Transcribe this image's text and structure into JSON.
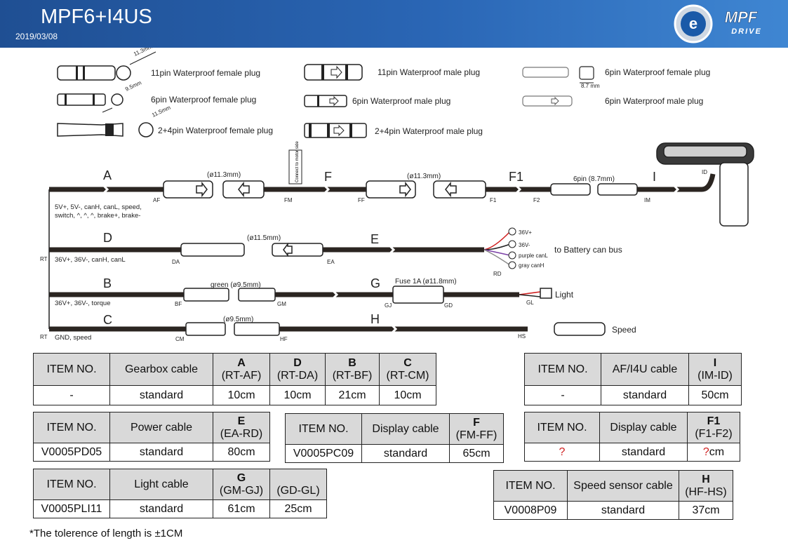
{
  "header": {
    "title": "MPF6+I4US",
    "date": "2019/03/08",
    "logo_text": "MPF DRIVE"
  },
  "legend": [
    {
      "label": "11pin Waterproof female plug",
      "dim": "11.3mm"
    },
    {
      "label": "11pin Waterproof male plug"
    },
    {
      "label": "6pin Waterproof female plug",
      "dim": "8.7 mm"
    },
    {
      "label": "6pin Waterproof female plug",
      "dim": "9.5mm"
    },
    {
      "label": "6pin Waterproof male plug"
    },
    {
      "label": "6pin Waterproof male plug"
    },
    {
      "label": "2+4pin Waterproof female plug",
      "dim": "11.5mm"
    },
    {
      "label": "2+4pin Waterproof male plug"
    }
  ],
  "wiring": {
    "cable_letters": {
      "A": "A",
      "F": "F",
      "F1": "F1",
      "I": "I",
      "D": "D",
      "E": "E",
      "B": "B",
      "G": "G",
      "C": "C",
      "H": "H"
    },
    "sizes": {
      "af_fm": "(ø11.3mm)",
      "ff_f1": "(ø11.3mm)",
      "f2_im": "6pin (8.7mm)",
      "da_ea": "(ø11.5mm)",
      "bf_gm": "green (ø9.5mm)",
      "fuse": "Fuse 1A (ø11.8mm)",
      "cm_hf": "(ø9.5mm)"
    },
    "points": {
      "AF": "AF",
      "FM": "FM",
      "FF": "FF",
      "F1": "F1",
      "F2": "F2",
      "IM": "IM",
      "ID": "ID",
      "RT1": "RT",
      "DA": "DA",
      "EA": "EA",
      "RD": "RD",
      "BF": "BF",
      "GM": "GM",
      "GJ": "GJ",
      "GD": "GD",
      "GL": "GL",
      "RT2": "RT",
      "CM": "CM",
      "HF": "HF",
      "HS": "HS"
    },
    "signals": {
      "a1": "5V+, 5V-, canH, canL, speed,",
      "a2": "switch, ^, ^, ^, brake+, brake-",
      "d": "36V+, 36V-, canH, canL",
      "b": "36V+, 36V-, torque",
      "c": "GND, speed"
    },
    "motor_tag": "Connect to motor side",
    "battery_wires": [
      "36V+",
      "36V-",
      "purple canL",
      "gray canH"
    ],
    "battery_label": "to Battery can bus",
    "light_label": "Light",
    "speed_label": "Speed"
  },
  "tables": {
    "gearbox": {
      "headers": [
        "ITEM NO.",
        "Gearbox cable"
      ],
      "cols": [
        {
          "letter": "A",
          "range": "(RT-AF)"
        },
        {
          "letter": "D",
          "range": "(RT-DA)"
        },
        {
          "letter": "B",
          "range": "(RT-BF)"
        },
        {
          "letter": "C",
          "range": "(RT-CM)"
        }
      ],
      "item": "-",
      "type": "standard",
      "values": [
        "10cm",
        "10cm",
        "21cm",
        "10cm"
      ]
    },
    "af": {
      "headers": [
        "ITEM NO.",
        "AF/I4U cable"
      ],
      "letter": "I",
      "range": "(IM-ID)",
      "item": "-",
      "type": "standard",
      "value": "50cm"
    },
    "power": {
      "headers": [
        "ITEM NO.",
        "Power cable"
      ],
      "letter": "E",
      "range": "(EA-RD)",
      "item": "V0005PD05",
      "type": "standard",
      "value": "80cm"
    },
    "display": {
      "headers": [
        "ITEM NO.",
        "Display cable"
      ],
      "letter": "F",
      "range": "(FM-FF)",
      "item": "V0005PC09",
      "type": "standard",
      "value": "65cm"
    },
    "display2": {
      "headers": [
        "ITEM NO.",
        "Display cable"
      ],
      "letter": "F1",
      "range": "(F1-F2)",
      "item": "?",
      "type": "standard",
      "value_q": "?",
      "value_unit": "cm"
    },
    "light": {
      "headers": [
        "ITEM NO.",
        "Light cable"
      ],
      "letter": "G",
      "range": "(GM-GJ)",
      "range2": "(GD-GL)",
      "item": "V0005PLI11",
      "type": "standard",
      "values": [
        "61cm",
        "25cm"
      ]
    },
    "speed": {
      "headers": [
        "ITEM NO.",
        "Speed sensor cable"
      ],
      "letter": "H",
      "range": "(HF-HS)",
      "item": "V0008P09",
      "type": "standard",
      "value": "37cm"
    }
  },
  "note": "*The tolerence of length is ±1CM",
  "colors": {
    "header_start": "#1f4f93",
    "header_end": "#3f86d2",
    "cable": "#2b2521",
    "table_header": "#d9d9d9",
    "question": "#d02020"
  }
}
